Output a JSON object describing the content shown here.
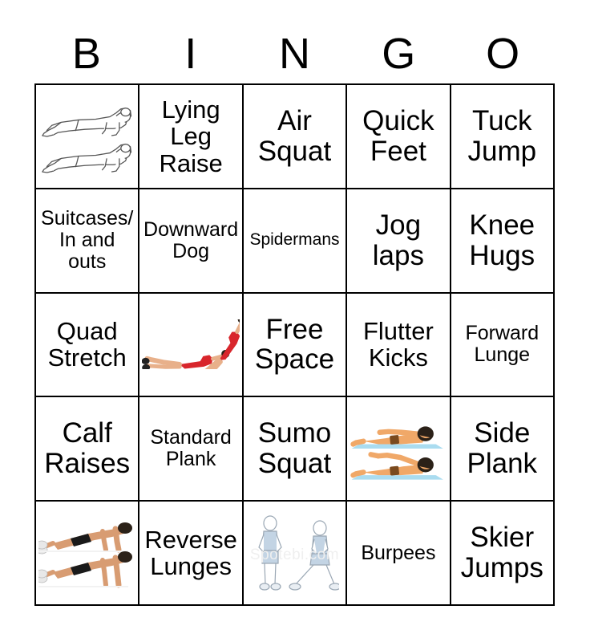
{
  "header": {
    "letters": [
      "B",
      "I",
      "N",
      "G",
      "O"
    ]
  },
  "colors": {
    "border": "#000000",
    "background": "#ffffff",
    "text": "#000000",
    "photo_red": "#d8262c",
    "photo_skin": "#e8b08a",
    "cartoon_skin": "#f0a868",
    "cartoon_hair": "#2b2118",
    "cartoon_mat": "#aadcf0",
    "lineart_outline": "#555555",
    "lineart_fill": "#ffffff",
    "watermark": "#efefef",
    "pushup_shorts": "#1a1a1a",
    "spotebi_blue": "#c3d4e4"
  },
  "grid": {
    "rows": 5,
    "columns": 5,
    "cells": [
      [
        {
          "type": "image",
          "name": "plank-lineart-image",
          "alt": "plank-line-drawing",
          "size": ""
        },
        {
          "type": "text",
          "name": "lying-leg-raise",
          "label": "Lying Leg Raise",
          "size": "fs-lg"
        },
        {
          "type": "text",
          "name": "air-squat",
          "label": "Air Squat",
          "size": "fs-xl"
        },
        {
          "type": "text",
          "name": "quick-feet",
          "label": "Quick Feet",
          "size": "fs-xl"
        },
        {
          "type": "text",
          "name": "tuck-jump",
          "label": "Tuck Jump",
          "size": "fs-xl"
        }
      ],
      [
        {
          "type": "text",
          "name": "suitcases-in-and-outs",
          "label": "Suitcases/ In and outs",
          "size": "fs-md"
        },
        {
          "type": "text",
          "name": "downward-dog",
          "label": "Downward Dog",
          "size": "fs-md"
        },
        {
          "type": "text",
          "name": "spidermans",
          "label": "Spidermans",
          "size": "fs-sm"
        },
        {
          "type": "text",
          "name": "jog-laps",
          "label": "Jog laps",
          "size": "fs-xl"
        },
        {
          "type": "text",
          "name": "knee-hugs",
          "label": "Knee Hugs",
          "size": "fs-xl"
        }
      ],
      [
        {
          "type": "text",
          "name": "quad-stretch",
          "label": "Quad Stretch",
          "size": "fs-lg"
        },
        {
          "type": "image",
          "name": "leg-raise-photo",
          "alt": "three-figures-leg-raise-sequence",
          "size": ""
        },
        {
          "type": "text",
          "name": "free-space",
          "label": "Free Space",
          "size": "fs-xl"
        },
        {
          "type": "text",
          "name": "flutter-kicks",
          "label": "Flutter Kicks",
          "size": "fs-lg"
        },
        {
          "type": "text",
          "name": "forward-lunge",
          "label": "Forward Lunge",
          "size": "fs-md"
        }
      ],
      [
        {
          "type": "text",
          "name": "calf-raises",
          "label": "Calf Raises",
          "size": "fs-xl"
        },
        {
          "type": "text",
          "name": "standard-plank",
          "label": "Standard Plank",
          "size": "fs-md"
        },
        {
          "type": "text",
          "name": "sumo-squat",
          "label": "Sumo Squat",
          "size": "fs-xl"
        },
        {
          "type": "image",
          "name": "superman-cartoon-image",
          "alt": "person-lying-prone-on-mat",
          "size": ""
        },
        {
          "type": "text",
          "name": "side-plank",
          "label": "Side Plank",
          "size": "fs-xl"
        }
      ],
      [
        {
          "type": "image",
          "name": "pushup-photo",
          "alt": "man-doing-pushups",
          "size": ""
        },
        {
          "type": "text",
          "name": "reverse-lunges",
          "label": "Reverse Lunges",
          "size": "fs-lg"
        },
        {
          "type": "image",
          "name": "side-lunge-lineart-image",
          "alt": "woman-standing-and-side-lunge",
          "size": "",
          "watermark": "Spotebi.com"
        },
        {
          "type": "text",
          "name": "burpees",
          "label": "Burpees",
          "size": "fs-md"
        },
        {
          "type": "text",
          "name": "skier-jumps",
          "label": "Skier Jumps",
          "size": "fs-xl"
        }
      ]
    ]
  }
}
